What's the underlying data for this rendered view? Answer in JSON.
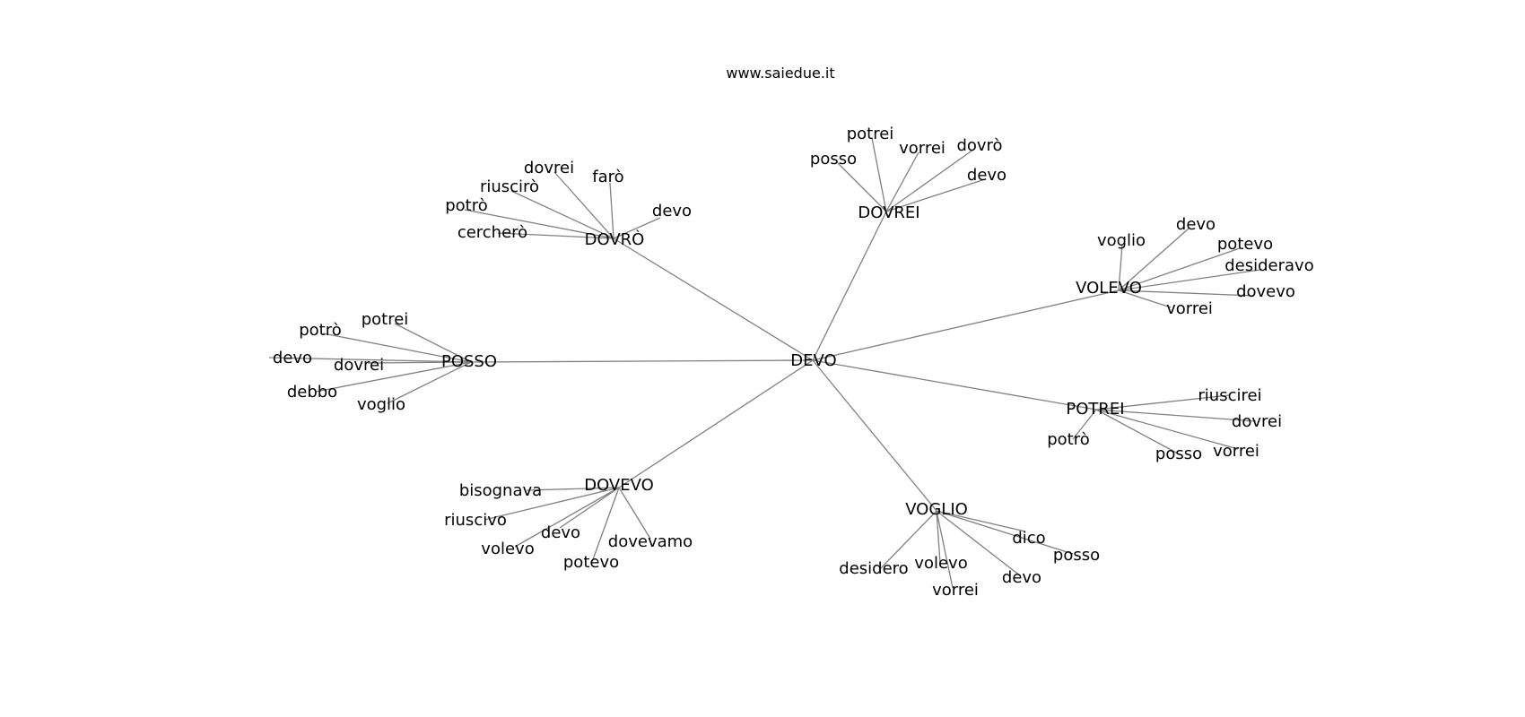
{
  "title": "www.saiedue.it",
  "root": {
    "id": "root",
    "label": "DEVO"
  },
  "clusters": [
    {
      "id": "dovro",
      "label": "DOVRÒ",
      "leaves": [
        "dovrei",
        "farò",
        "riuscirò",
        "potrò",
        "cercherò",
        "devo"
      ]
    },
    {
      "id": "dovrei",
      "label": "DOVREI",
      "leaves": [
        "potrei",
        "posso",
        "vorrei",
        "dovrò",
        "devo"
      ]
    },
    {
      "id": "volevo",
      "label": "VOLEVO",
      "leaves": [
        "voglio",
        "devo",
        "potevo",
        "desideravo",
        "dovevo",
        "vorrei"
      ]
    },
    {
      "id": "posso",
      "label": "POSSO",
      "leaves": [
        "potrei",
        "potrò",
        "devo",
        "dovrei",
        "debbo",
        "voglio"
      ]
    },
    {
      "id": "potrei",
      "label": "POTREI",
      "leaves": [
        "riuscirei",
        "dovrei",
        "potrò",
        "posso",
        "vorrei"
      ]
    },
    {
      "id": "dovevo",
      "label": "DOVEVO",
      "leaves": [
        "bisognava",
        "riuscivo",
        "devo",
        "volevo",
        "potevo",
        "dovevamo"
      ]
    },
    {
      "id": "voglio",
      "label": "VOGLIO",
      "leaves": [
        "dico",
        "posso",
        "desidero",
        "volevo",
        "vorrei",
        "devo"
      ]
    }
  ]
}
